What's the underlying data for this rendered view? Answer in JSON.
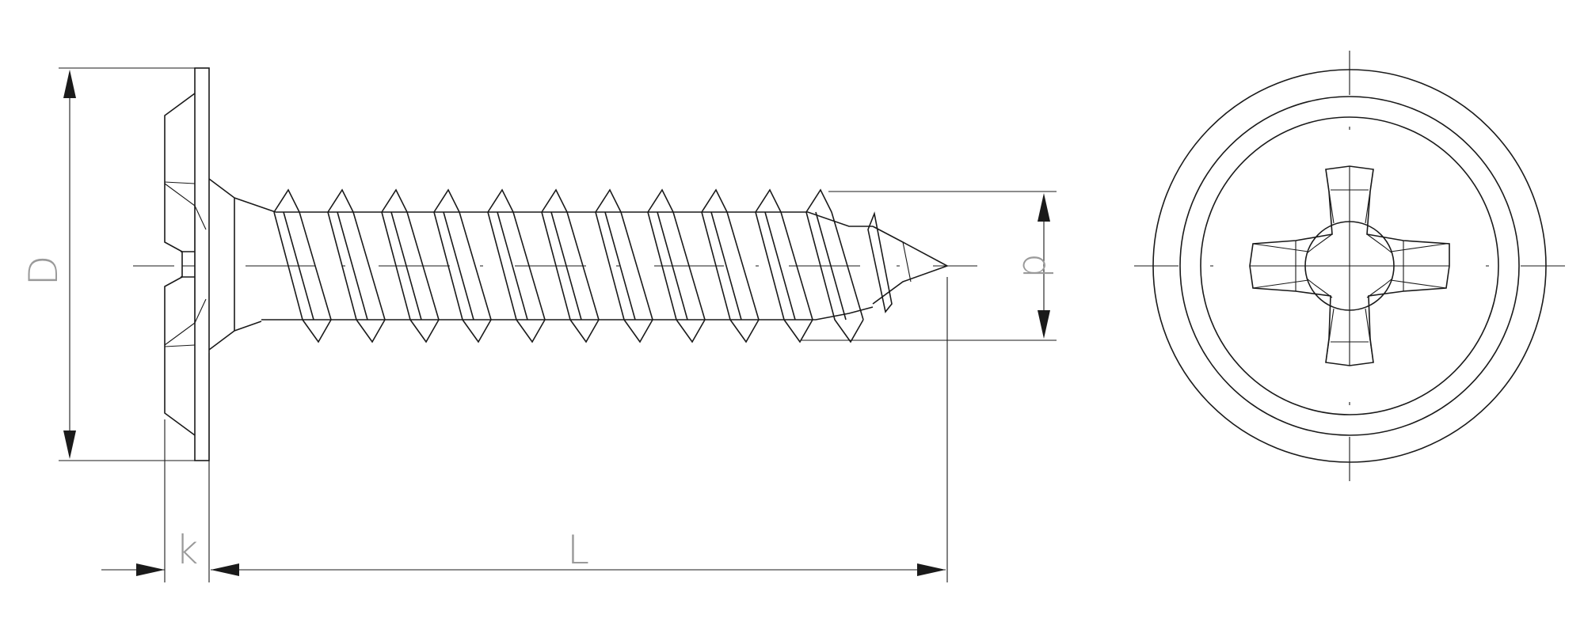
{
  "drawing": {
    "views": [
      "side-view",
      "head-top-view"
    ],
    "line_color": "#1a1a1a",
    "label_color": "#9a9a9a",
    "background": "#ffffff"
  },
  "dimensions": {
    "D": "D",
    "k": "k",
    "L": "L",
    "d": "d"
  },
  "icons": {
    "drive": "phillips-cross-recess-icon"
  }
}
